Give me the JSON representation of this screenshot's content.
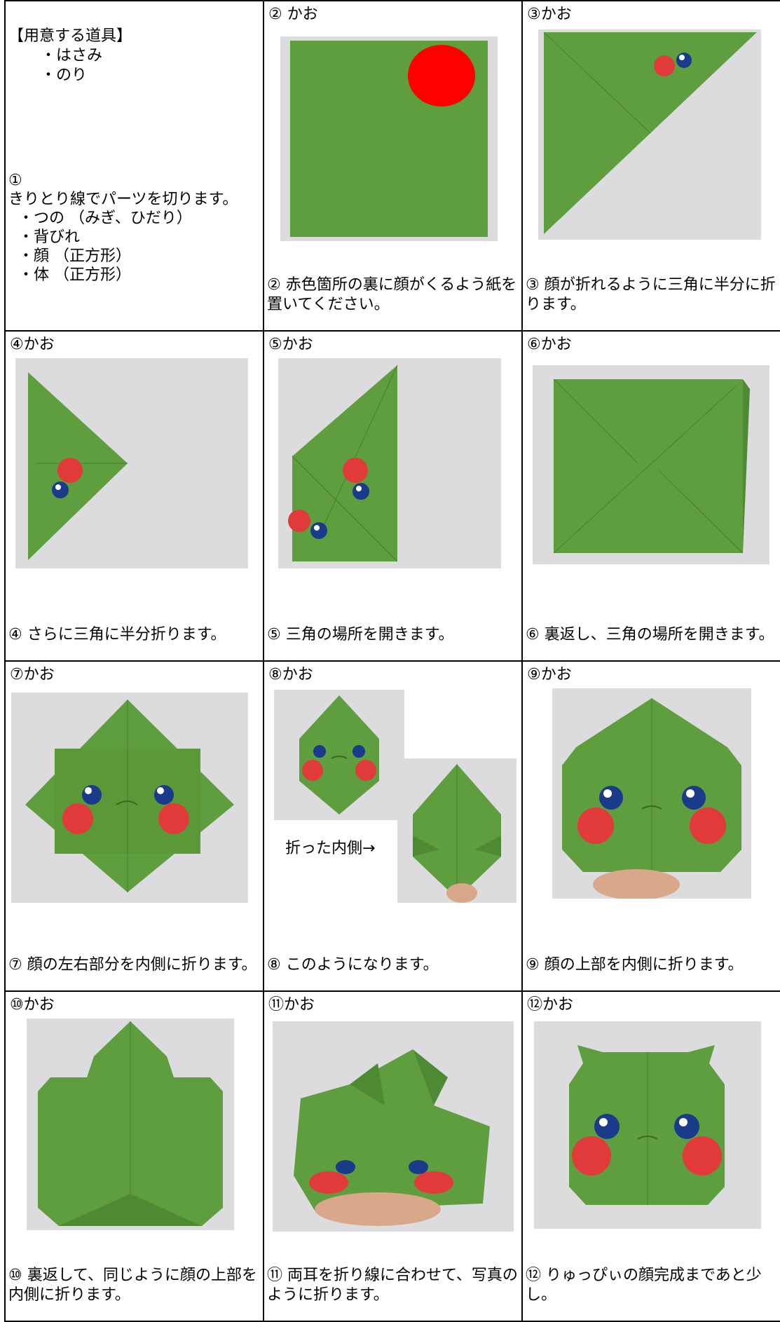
{
  "tools": {
    "heading": "【用意する道具】",
    "items": [
      "・はさみ",
      "・のり"
    ]
  },
  "step1": {
    "number": "①",
    "text": "きりとり線でパーツを切ります。",
    "parts": [
      "・つの （みぎ、ひだり）",
      "・背びれ",
      "・顔 （正方形）",
      "・体 （正方形）"
    ]
  },
  "steps": [
    {
      "title": "② かお",
      "caption": "② 赤色箇所の裏に顔がくるよう紙を置いてください。"
    },
    {
      "title": "③かお",
      "caption": "③ 顔が折れるように三角に半分に折ります。"
    },
    {
      "title": "④かお",
      "caption": "④ さらに三角に半分折ります。"
    },
    {
      "title": "⑤かお",
      "caption": "⑤ 三角の場所を開きます。"
    },
    {
      "title": "⑥かお",
      "caption": "⑥ 裏返し、三角の場所を開きます。"
    },
    {
      "title": "⑦かお",
      "caption": "⑦ 顔の左右部分を内側に折ります。"
    },
    {
      "title": "⑧かお",
      "caption": "⑧ このようになります。",
      "annotation": "折った内側→"
    },
    {
      "title": "⑨かお",
      "caption": "⑨ 顔の上部を内側に折ります。"
    },
    {
      "title": "⑩かお",
      "caption": "⑩ 裏返して、同じように顔の上部を内側に折ります。"
    },
    {
      "title": "⑪かお",
      "caption": "⑪ 両耳を折り線に合わせて、写真のように折ります。"
    },
    {
      "title": "⑫かお",
      "caption": "⑫ りゅっぴぃの顔完成まであと少し。"
    }
  ],
  "colors": {
    "paper_green": "#5a9a3a",
    "cheek_red": "#e03a3a",
    "marker_red": "#ff0000",
    "eye_blue": "#1a3a8a"
  }
}
